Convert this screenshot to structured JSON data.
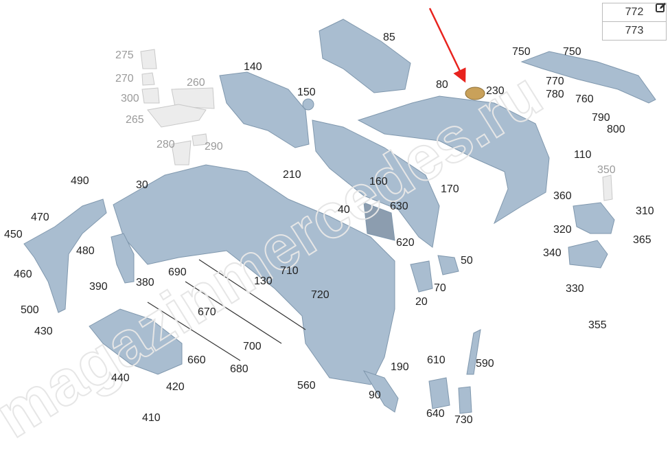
{
  "reference_box": {
    "rows": [
      "772",
      "773"
    ],
    "edit_icon": "edit-icon"
  },
  "watermark": "magazinmercedes.ru",
  "colors": {
    "part": "#a9bdd0",
    "part_edge": "#7f97ad",
    "arrow": "#e8231e",
    "highlight": "#c9a15a"
  },
  "labels": [
    {
      "text": "85",
      "style": "normal"
    },
    {
      "text": "140",
      "style": "normal"
    },
    {
      "text": "150",
      "style": "normal"
    },
    {
      "text": "275",
      "style": "gray"
    },
    {
      "text": "270",
      "style": "gray"
    },
    {
      "text": "300",
      "style": "gray"
    },
    {
      "text": "260",
      "style": "gray"
    },
    {
      "text": "265",
      "style": "gray"
    },
    {
      "text": "280",
      "style": "gray"
    },
    {
      "text": "290",
      "style": "gray"
    },
    {
      "text": "80",
      "style": "normal"
    },
    {
      "text": "230",
      "style": "normal"
    },
    {
      "text": "750",
      "style": "normal"
    },
    {
      "text": "750",
      "style": "normal"
    },
    {
      "text": "770",
      "style": "normal"
    },
    {
      "text": "780",
      "style": "normal"
    },
    {
      "text": "760",
      "style": "normal"
    },
    {
      "text": "790",
      "style": "normal"
    },
    {
      "text": "800",
      "style": "normal"
    },
    {
      "text": "110",
      "style": "normal"
    },
    {
      "text": "350",
      "style": "gray"
    },
    {
      "text": "360",
      "style": "normal"
    },
    {
      "text": "310",
      "style": "normal"
    },
    {
      "text": "320",
      "style": "normal"
    },
    {
      "text": "365",
      "style": "normal"
    },
    {
      "text": "340",
      "style": "normal"
    },
    {
      "text": "330",
      "style": "normal"
    },
    {
      "text": "355",
      "style": "normal"
    },
    {
      "text": "210",
      "style": "normal"
    },
    {
      "text": "160",
      "style": "normal"
    },
    {
      "text": "170",
      "style": "normal"
    },
    {
      "text": "40",
      "style": "normal"
    },
    {
      "text": "630",
      "style": "normal"
    },
    {
      "text": "620",
      "style": "normal"
    },
    {
      "text": "50",
      "style": "normal"
    },
    {
      "text": "70",
      "style": "normal"
    },
    {
      "text": "20",
      "style": "normal"
    },
    {
      "text": "490",
      "style": "normal"
    },
    {
      "text": "30",
      "style": "normal"
    },
    {
      "text": "470",
      "style": "normal"
    },
    {
      "text": "450",
      "style": "normal"
    },
    {
      "text": "480",
      "style": "normal"
    },
    {
      "text": "460",
      "style": "normal"
    },
    {
      "text": "390",
      "style": "normal"
    },
    {
      "text": "380",
      "style": "normal"
    },
    {
      "text": "690",
      "style": "normal"
    },
    {
      "text": "130",
      "style": "normal"
    },
    {
      "text": "710",
      "style": "normal"
    },
    {
      "text": "720",
      "style": "normal"
    },
    {
      "text": "500",
      "style": "normal"
    },
    {
      "text": "430",
      "style": "normal"
    },
    {
      "text": "670",
      "style": "normal"
    },
    {
      "text": "700",
      "style": "normal"
    },
    {
      "text": "660",
      "style": "normal"
    },
    {
      "text": "680",
      "style": "normal"
    },
    {
      "text": "440",
      "style": "normal"
    },
    {
      "text": "420",
      "style": "normal"
    },
    {
      "text": "410",
      "style": "normal"
    },
    {
      "text": "560",
      "style": "normal"
    },
    {
      "text": "190",
      "style": "normal"
    },
    {
      "text": "90",
      "style": "normal"
    },
    {
      "text": "610",
      "style": "normal"
    },
    {
      "text": "590",
      "style": "normal"
    },
    {
      "text": "640",
      "style": "normal"
    },
    {
      "text": "730",
      "style": "normal"
    }
  ]
}
